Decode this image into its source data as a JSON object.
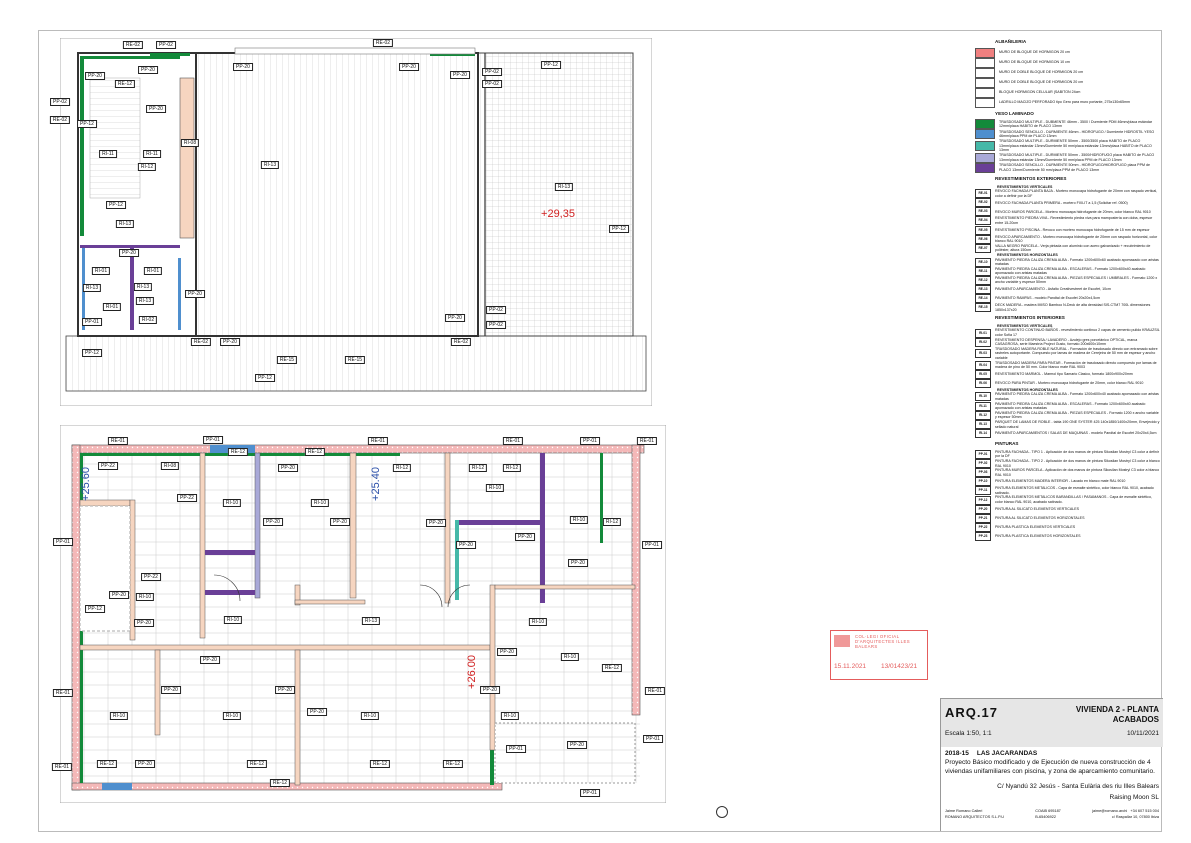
{
  "upper_plan": {
    "tags": [
      "RE-02",
      "PP-02",
      "RE-02",
      "PP-20",
      "PP-20",
      "RE-12",
      "PP-02",
      "RE-02",
      "PP-20",
      "PP-12",
      "RI-11",
      "RI-11",
      "RI-12",
      "RI-08",
      "PP-20",
      "PP-20",
      "PP-20",
      "PP-02",
      "PP-02",
      "PP-12",
      "RI-13",
      "RI-13",
      "PP-12",
      "PP-12",
      "RI-13",
      "PP-20",
      "RI-01",
      "RI-01",
      "RI-13",
      "RI-01",
      "RI-13",
      "RI-13",
      "RI-02",
      "PP-01",
      "PP-20",
      "PP-20",
      "PP-02",
      "PP-02",
      "RE-02",
      "PP-20",
      "RE-02",
      "PP-12",
      "RE-15",
      "RE-15",
      "PP-12"
    ],
    "elevation": "+29,35"
  },
  "lower_plan": {
    "tags": [
      "RE-01",
      "PP-01",
      "RE-12",
      "RE-12",
      "PP-20",
      "RI-12",
      "RE-01",
      "RE-01",
      "RI-12",
      "RI-12",
      "PP-01",
      "RE-01",
      "PP-22",
      "RI-08",
      "PP-22",
      "RI-10",
      "RI-10",
      "RI-10",
      "PP-20",
      "RI-10",
      "RI-12",
      "PP-01",
      "PP-01",
      "PP-20",
      "PP-20",
      "PP-20",
      "PP-20",
      "PP-20",
      "PP-22",
      "PP-20",
      "RI-10",
      "RI-10",
      "RI-13",
      "RI-10",
      "PP-12",
      "PP-20",
      "PP-20",
      "PP-20",
      "RI-10",
      "RE-12",
      "RE-01",
      "PP-20",
      "PP-20",
      "RI-10",
      "RI-10",
      "RI-10",
      "RI-10",
      "PP-20",
      "PP-20",
      "RE-01",
      "PP-01",
      "PP-20",
      "RE-12",
      "PP-20",
      "RE-12",
      "RE-12",
      "RE-12",
      "PP-01",
      "RE-01",
      "RE-12",
      "PP-01"
    ],
    "elevations": [
      "+25.60",
      "+25.40",
      "+26.00"
    ]
  },
  "legend": {
    "albanileria": {
      "title": "ALBAÑILERIA",
      "items": [
        {
          "text": "MURO DE BLOQUE DE HORMIGON 20 cm",
          "color": "#f08080"
        },
        {
          "text": "MURO DE BLOQUE DE HORMIGON 10 cm",
          "color": "#ffffff"
        },
        {
          "text": "MURO DE DOBLE BLOQUE DE HORMIGON 20 cm",
          "color": "#ffffff"
        },
        {
          "text": "MURO DE DOBLE BLOQUE DE HORMIGON 20 cm",
          "color": "#ffffff"
        },
        {
          "text": "BLOQUE HORMIGON CELULAR (SABITON 24cm",
          "color": "#ffffff"
        },
        {
          "text": "LADRILLO MACIZO PERFORADO tipo Gero para muro portante, 275x130x65mm",
          "color": "#ffffff"
        }
      ]
    },
    "yeso": {
      "title": "YESO LAMINADO",
      "items": [
        {
          "text": "TRASDOSADO MULTIPLE - DUBMENTE 46mm - 3500 / Durmiente PDM 46mm/placa estándar 12mm/placa HABITO de PLACO 13mm",
          "color": "#138a3a"
        },
        {
          "text": "TRASDOSADO SENCILLO - DURMIENTE 46mm - HIDROFUGO / Durmiente HIDROSTIL YESO 46mm/placa PPM de PLACO 13mm",
          "color": "#4f8fce"
        },
        {
          "text": "TRASDOSADO MULTIPLE - DURMIENTE 50mm - 3500/3500 placa HABITO de PLACO 13mm/placa estándar 13mm/Durmiente 50 mm/placa estándar 13mm/placa HABITO de PLACO 13mm",
          "color": "#45b8a8"
        },
        {
          "text": "TRASDOSADO MULTIPLE - DURMIENTE 50mm - 3500/HIDROFUGO placa HABITO de PLACO 13mm/placa estándar 13mm/Durmiente 50 mm/placa PPM de PLACO 13mm",
          "color": "#a9a9d8"
        },
        {
          "text": "TRASDOSADO SENCILLO - DURMIENTE 50mm - HIDROFUGO/HIDROFUGO placa PPM de PLACO 13mm/Durmiente 50 mm/placa PPM de PLACO 13mm",
          "color": "#6a3f97"
        }
      ]
    },
    "exteriores": {
      "title": "REVESTIMIENTOS EXTERIORES",
      "vertical_title": "REVESTIMIENTOS VERTICALES",
      "vertical": [
        {
          "code": "RE-01",
          "text": "REVOCO FACHADA PLANTA BAJA - Mortero monocapa hidrofugante de 20mm con raspado vertical, color a definir por la DF"
        },
        {
          "code": "RE-02",
          "text": "REVOCO FACHADA PLANTA PRIMERA - mortero FIXLIT a 1,5 (Solicitar ref. 0500)"
        },
        {
          "code": "RE-03",
          "text": "REVOCO MUROS PARCELA - Mortero monocapa hidrofugante de 20mm, color blanco RAL 9010"
        },
        {
          "code": "RE-04",
          "text": "REVESTIMIENTO PIEDRA VIVA - Revestimiento piedra viva para mampostería con doba, espesor entre 15-20cm"
        },
        {
          "code": "RE-05",
          "text": "REVESTIMIENTO PISCINA - Revoco con mortero monocapa hidrofugante de 15 mm de espesor"
        },
        {
          "code": "RE-06",
          "text": "REVOCO APARCAMIENTO - Mortero monocapa hidrofugante de 20mm con raspado horizontal, color blanco RAL 9010"
        },
        {
          "code": "RE-07",
          "text": "VALLA NEGRO PARCELA - Verja pintada con aluminio con acero galvanizado + recubrimiento de poliéster, altura 150cm"
        }
      ],
      "horizontal_title": "REVESTIMIENTOS HORIZONTALES",
      "horizontal": [
        {
          "code": "RE-10",
          "text": "PAVIMENTO PIEDRA CALIZA CREMA ALBA - Formato 1200x600x60 acabado apomazado con aristas matadas"
        },
        {
          "code": "RE-11",
          "text": "PAVIMENTO PIEDRA CALIZA CREMA ALBA - ESCALERAS - Formato 1200x600x40 acabado apomazado con aristas matadas"
        },
        {
          "code": "RE-12",
          "text": "PAVIMENTO PIEDRA CALIZA CREMA ALBA - PIEZAS ESPECIALES / UMBRALES - Formato 1200 x ancho variable y espesor 50mm"
        },
        {
          "code": "RE-13",
          "text": "PAVIMENTO APARCAMIENTO - Asfalto Creativestreet de Escofet, 10cm"
        },
        {
          "code": "RE-14",
          "text": "PAVIMENTO RAMPAS - modelo Pandtal de Escofet 20x20x4,5cm"
        },
        {
          "code": "RE-15",
          "text": "DECK MADERA - madera IMISO Bamboo N-Deck de alta densidad SIS-CTM7 700L dimensiones 1850x137x20"
        }
      ]
    },
    "interiores": {
      "title": "REVESTIMIENTOS INTERIORES",
      "vertical_title": "REVESTIMIENTOS VERTICALES",
      "vertical": [
        {
          "code": "RI-01",
          "text": "REVESTIMIENTO CONTINUO BAÑOS - revestimiento continuo 2 capas de cemento pulido KRAUZSIL color Sofia 17"
        },
        {
          "code": "RI-02",
          "text": "REVESTIMIENTO DESPENSA / LAVADERO - Azulejo gres porcelánico OPTICAL, marca CASAGROSA, serie Maestría Project Gusto, formato 200x600x10mm"
        },
        {
          "code": "RI-03",
          "text": "TRASDOSADO MADERA ROBLE NATURAL - Formación de trasdosado directo con entramado sobre rastreles autoportante. Compuesto por lamas de madera de Cerejeira de 50 mm de espesor y ancho variable"
        },
        {
          "code": "RI-04",
          "text": "TRASDOSADO MADERA PARA PINTAR - Formación de trasdosado directo compuesto por lamas de madera de pino de 50 mm. Color blanco mate RAL 9003"
        },
        {
          "code": "RI-05",
          "text": "REVESTIMIENTO MARMOL - Marmol tipo Samario Clasico, formato 1800x900x20mm"
        },
        {
          "code": "RI-06",
          "text": "REVOCO PARA PINTAR - Mortero monocapa hidrofugante de 20mm, color blanco RAL 9010"
        }
      ],
      "horizontal_title": "REVESTIMIENTOS HORIZONTALES",
      "horizontal": [
        {
          "code": "RI-10",
          "text": "PAVIMENTO PIEDRA CALIZA CREMA ALBA - Formato 1200x600x40 acabado apomazado con aristas matadas"
        },
        {
          "code": "RI-11",
          "text": "PAVIMENTO PIEDRA CALIZA CREMA ALBA - ESCALERAS - Formato 1200x600x40 acabado apomazado con aristas matadas"
        },
        {
          "code": "RI-12",
          "text": "PAVIMENTO PIEDRA CALIZA CREMA ALBA - PIEZAS ESPECIALES - Formato 1200 x ancho variable y espesor 50mm"
        },
        {
          "code": "RI-13",
          "text": "PARQUET DE LAMAS DE ROBLE - tabla 190 ONE SYSTER 425 140x1850/1400x20mm, Envejecido y sellado natural"
        },
        {
          "code": "RI-14",
          "text": "PAVIMENTO APARCAMIENTOS / SALAS DE MAQUINAS - modelo Pandtal de Escofet 20x20x4,5cm"
        }
      ]
    },
    "pinturas": {
      "title": "PINTURAS",
      "items": [
        {
          "code": "PP-01",
          "text": "PINTURA FACHADA - TIPO 1 - Aplicación de dos manos de pintura Sikosilan Mostryl C3 color a definir por la DF"
        },
        {
          "code": "PP-02",
          "text": "PINTURA FACHADA - TIPO 2 - Aplicación de dos manos de pintura Sikosilan Mostryl C3 color a blanco RAL 9010"
        },
        {
          "code": "PP-03",
          "text": "PINTURA MUROS PARCELA - Aplicación de dos manos de pintura Sikosilan Mostryl C3 color a blanco RAL 9010"
        },
        {
          "code": "PP-10",
          "text": "PINTURA ELEMENTOS MADERA INTERIOR - Lacado en blanco mate RAL 9010"
        },
        {
          "code": "PP-11",
          "text": "PINTURA ELEMENTOS METALICOS - Capa de esmalte sintético, color blanco RAL 9010, acabado satinado."
        },
        {
          "code": "PP-12",
          "text": "PINTURA ELEMENTOS METALICOS BARANDILLAS / PASAMANOS - Capa de esmalte sintético, color blanco RAL 9010, acabado satinado."
        },
        {
          "code": "PP-20",
          "text": "PINTURA AL SILICATO ELEMENTOS VERTICALES"
        },
        {
          "code": "PP-21",
          "text": "PINTURA AL SILICATO ELEMENTOS HORIZONTALES"
        },
        {
          "code": "PP-22",
          "text": "PINTURA PLASTICA ELEMENTOS VERTICALES"
        },
        {
          "code": "PP-23",
          "text": "PINTURA PLASTICA ELEMENTOS HORIZONTALES"
        }
      ]
    }
  },
  "stamp": {
    "org": "COL·LEGI OFICIAL D'ARQUITECTES ILLES BALEARS",
    "date": "15.11.2021",
    "number": "13/01423/21"
  },
  "title_block": {
    "sheet": "ARQ.17",
    "title_line1": "VIVIENDA 2 - PLANTA",
    "title_line2": "ACABADOS",
    "scale": "Escala  1:50, 1:1",
    "date": "10/11/2021",
    "project_code": "2018-15",
    "project_name": "LAS JACARANDAS",
    "description": "Proyecto Básico modificado y de Ejecución de nueva construcción de 4 viviendas unifamiliares con piscina, y zona de aparcamiento comunitario.",
    "address": "C/ Nyandú 32 Jesús - Santa Eulària des riu Illes Balears",
    "client": "Raising Moon SL",
    "architect": "Jaime Romano Calleri",
    "firm": "ROMANO ARQUITECTOS S.L.P.U",
    "coaib": "COAIB 695187",
    "cif": "B-65406922",
    "email": "jaime@romano.archi",
    "phone": "+34 607 515 004",
    "office": "c/ Raspallar 10, 07800 Ibiza"
  },
  "colors": {
    "wall_ext": "#f4b8b8",
    "wall_int": "#f6d5c0",
    "green": "#138a3a",
    "blue": "#4f8fce",
    "teal": "#45b8a8",
    "lavender": "#a9a9d8",
    "purple": "#6a3f97",
    "elev_red": "#d02020",
    "elev_blue": "#2b4fa8"
  }
}
